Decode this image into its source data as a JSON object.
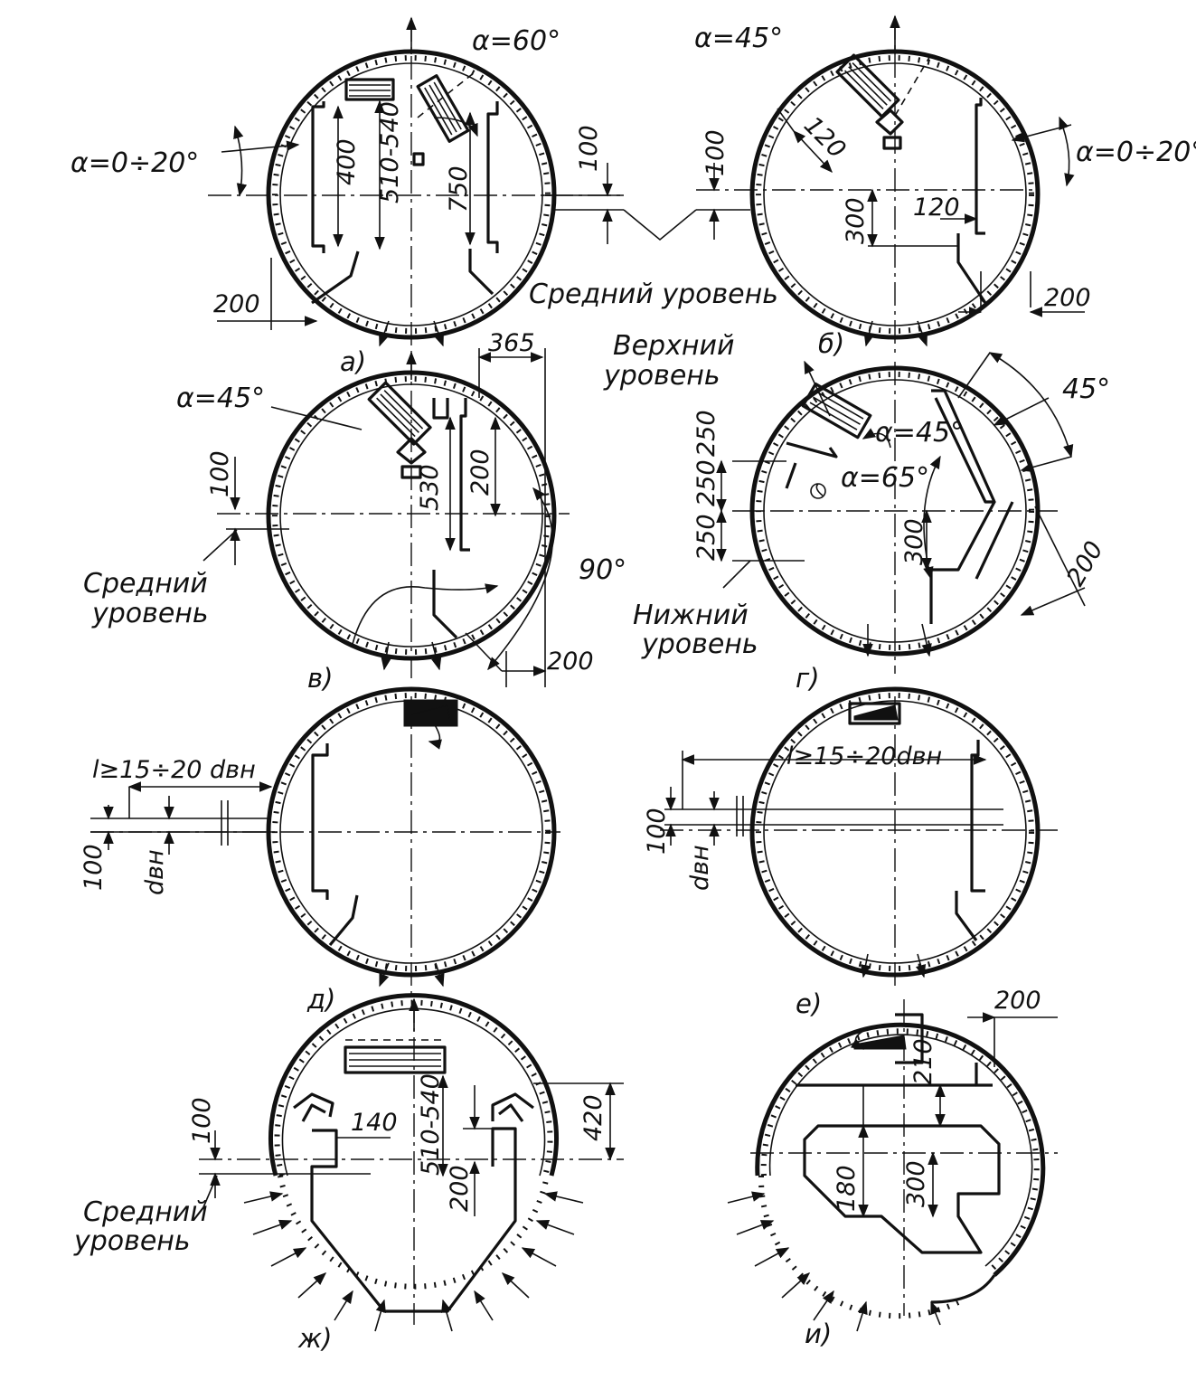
{
  "figure": {
    "panels": [
      {
        "id": "a",
        "caption": "а)"
      },
      {
        "id": "b",
        "caption": "б)"
      },
      {
        "id": "v",
        "caption": "в)"
      },
      {
        "id": "g",
        "caption": "г)"
      },
      {
        "id": "d",
        "caption": "д)"
      },
      {
        "id": "e",
        "caption": "е)"
      },
      {
        "id": "zh",
        "caption": "ж)"
      },
      {
        "id": "i",
        "caption": "и)"
      }
    ],
    "levels": {
      "middle": "Средний уровень",
      "middle_line1": "Средний",
      "middle_line2": "уровень",
      "upper_line1": "Верхний",
      "upper_line2": "уровень",
      "lower_line1": "Нижний",
      "lower_line2": "уровень"
    },
    "angles": {
      "a_nozzle": "α=60°",
      "a_side": "α=0÷20°",
      "b_nozzle": "α=45°",
      "b_side": "α=0÷20°",
      "v_nozzle": "α=45°",
      "v_sector": "90°",
      "g_nozzle": "α=45°",
      "g_plate": "α=65°",
      "g_sector": "45°"
    },
    "dimensions": {
      "a": [
        "400",
        "510-540",
        "750",
        "100",
        "200"
      ],
      "b": [
        "120",
        "100",
        "300",
        "120",
        "200"
      ],
      "v": [
        "365",
        "530",
        "200",
        "100",
        "200"
      ],
      "g": [
        "250",
        "250",
        "250",
        "300",
        "200"
      ],
      "d": [
        "l≥15÷20 dвн",
        "100",
        "dвн"
      ],
      "e": [
        "l≥15÷20dвн",
        "100",
        "dвн"
      ],
      "zh": [
        "140",
        "510-540",
        "420",
        "100",
        "200"
      ],
      "i": [
        "200",
        "210",
        "180",
        "300"
      ]
    }
  }
}
